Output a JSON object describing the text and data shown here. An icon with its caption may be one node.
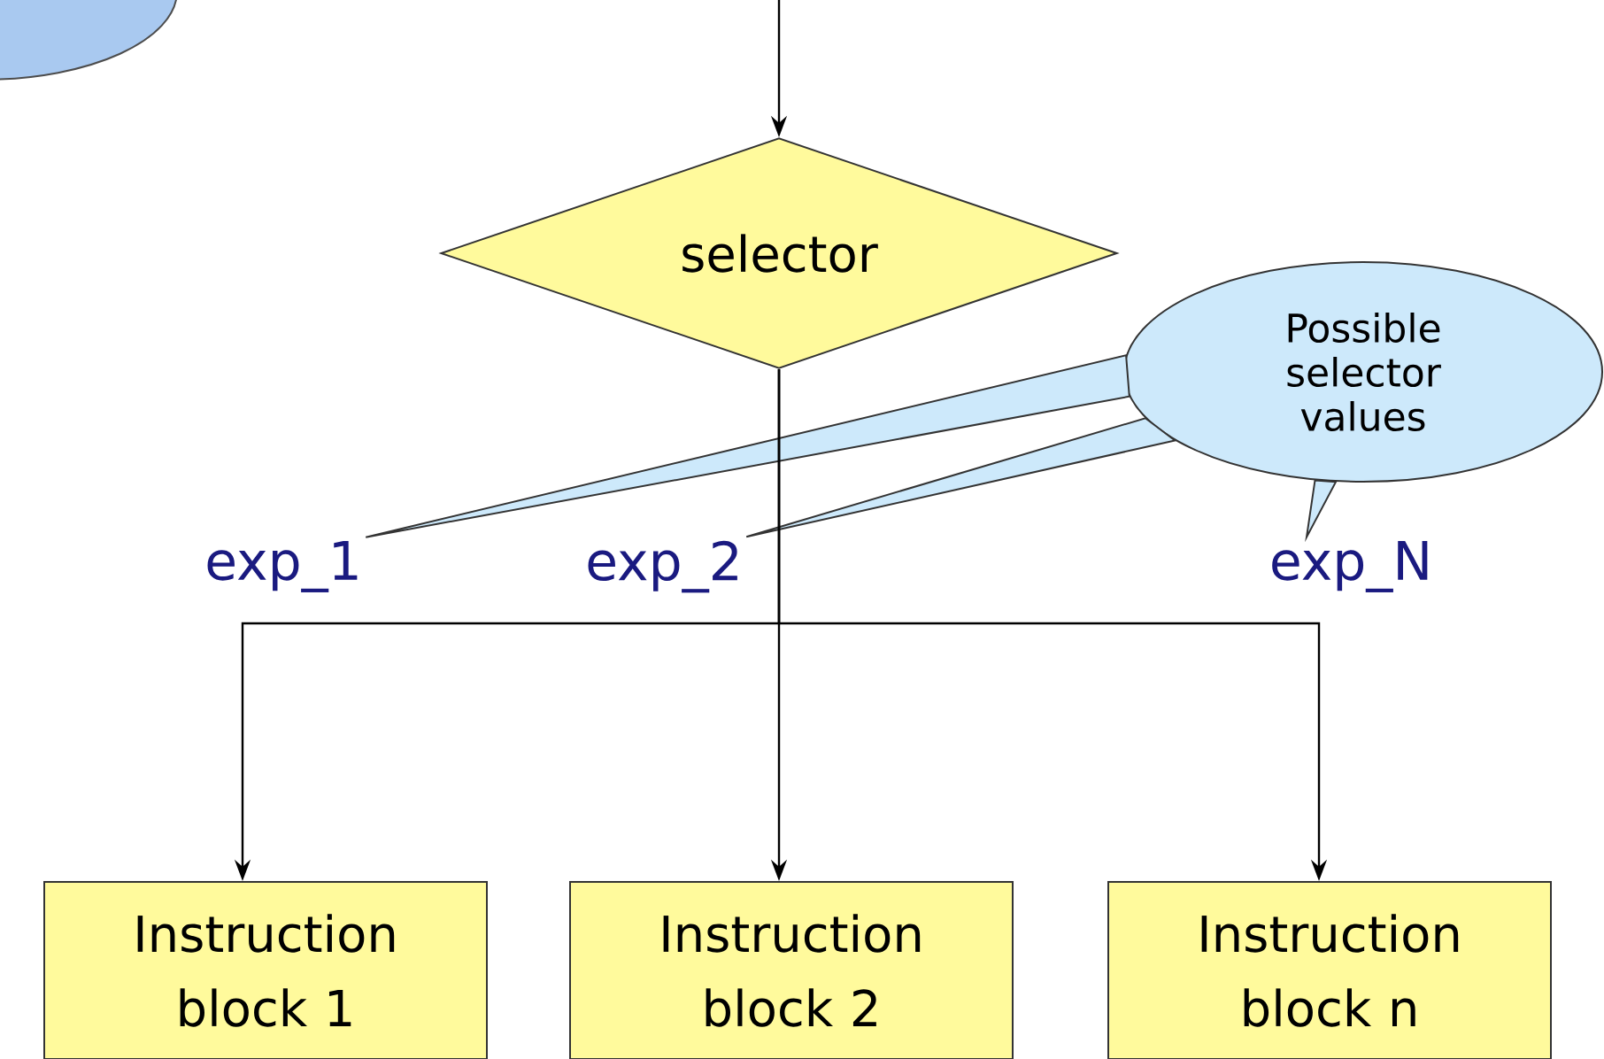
{
  "diagram": {
    "nodes": [
      {
        "text": [
          "selector"
        ]
      },
      {
        "text": [
          "Possible selector values"
        ]
      },
      {
        "text": [
          "exp_1"
        ]
      },
      {
        "text": [
          "exp_2"
        ]
      },
      {
        "text": [
          "exp_N"
        ]
      },
      {
        "text": [
          "Instruction block 1"
        ]
      },
      {
        "text": [
          "Instruction block 2"
        ]
      },
      {
        "text": [
          "Instruction block n"
        ]
      },
      {
        "text": [],
        "shape": "ellipse"
      }
    ],
    "edges": [
      {
        "from": null,
        "to": 0,
        "arrow": "to"
      },
      {
        "from": 1,
        "to": 2,
        "arrow": "none"
      },
      {
        "from": 1,
        "to": 3,
        "arrow": "none"
      },
      {
        "from": 1,
        "to": 4,
        "arrow": "none"
      },
      {
        "from": 0,
        "to": 5,
        "arrow": "to"
      },
      {
        "from": 0,
        "to": 6,
        "arrow": "to"
      },
      {
        "from": 0,
        "to": 7,
        "arrow": "to"
      }
    ]
  }
}
